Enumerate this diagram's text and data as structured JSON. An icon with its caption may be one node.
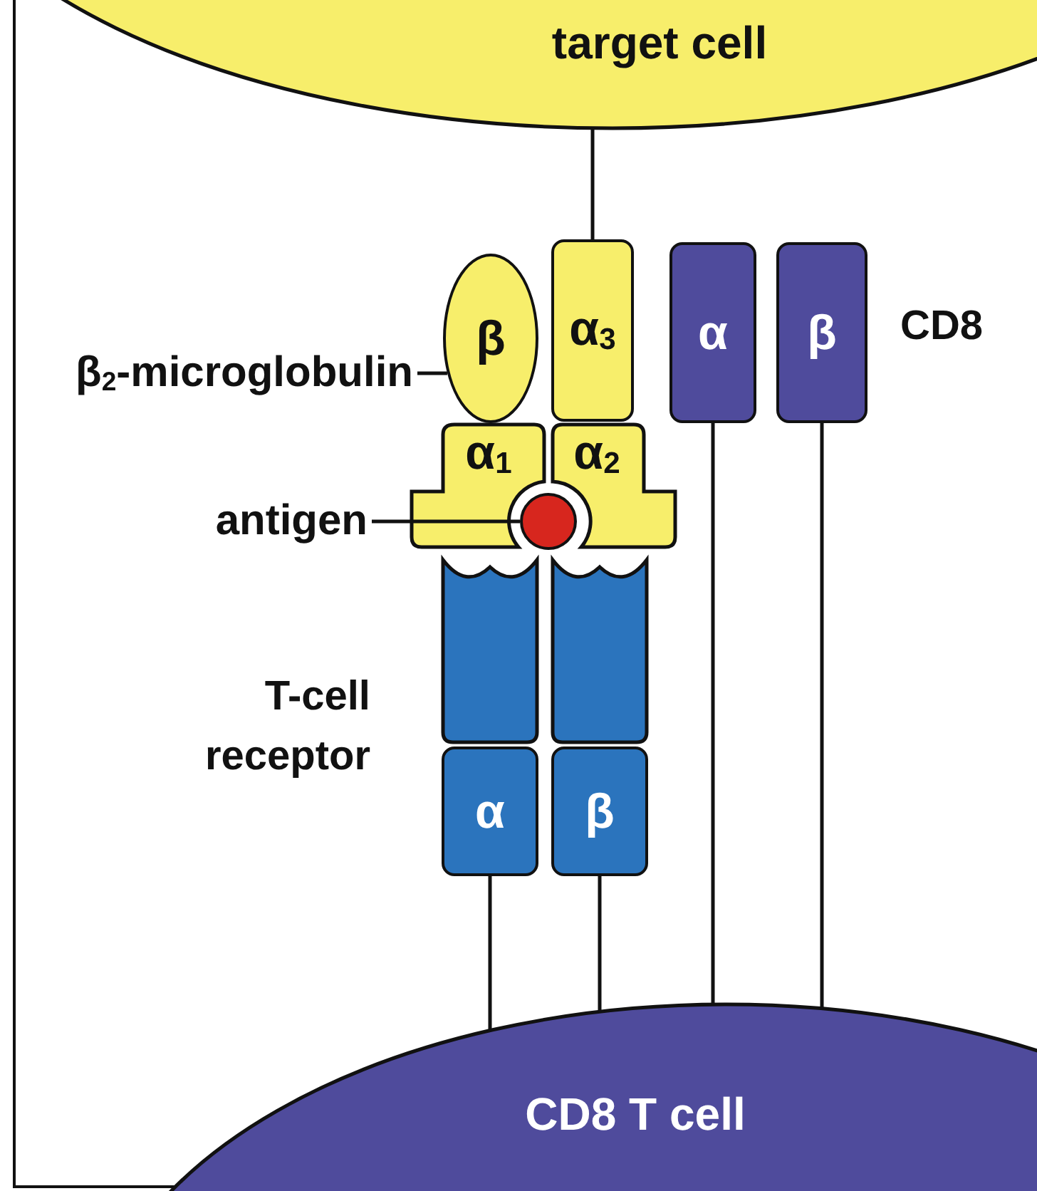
{
  "diagram": {
    "nodes": [
      {
        "text": [
          "target cell"
        ]
      },
      {
        "text": [
          "β"
        ]
      },
      {
        "text": [
          "α$_{3}$"
        ]
      },
      {
        "text": [
          "α"
        ]
      },
      {
        "text": [
          "β"
        ]
      },
      {
        "text": [
          "β$_{2}$-microglobulin"
        ]
      },
      {
        "text": [
          "α$_{1}$"
        ]
      },
      {
        "text": [
          "α$_{2}$"
        ]
      },
      {
        "text": [
          "antigen"
        ]
      },
      {
        "text": [],
        "shape": "circle"
      },
      {
        "text": [],
        "shape": "box"
      },
      {
        "text": [],
        "shape": "box"
      },
      {
        "text": [
          "α"
        ]
      },
      {
        "text": [
          "β"
        ]
      },
      {
        "text": [
          "CD8 T cell"
        ]
      }
    ],
    "edges": [
      {
        "from": 2,
        "to": 0,
        "arrow": "none"
      },
      {
        "from": 5,
        "to": 1,
        "arrow": "none"
      },
      {
        "from": 8,
        "to": 9,
        "arrow": "none"
      },
      {
        "from": 3,
        "to": 14,
        "arrow": "none"
      },
      {
        "from": 4,
        "to": 14,
        "arrow": "none"
      },
      {
        "from": 12,
        "to": 14,
        "arrow": "none"
      },
      {
        "from": 13,
        "to": 14,
        "arrow": "none"
      }
    ],
    "labels": [
      "CD8",
      "T-cell receptor"
    ]
  }
}
